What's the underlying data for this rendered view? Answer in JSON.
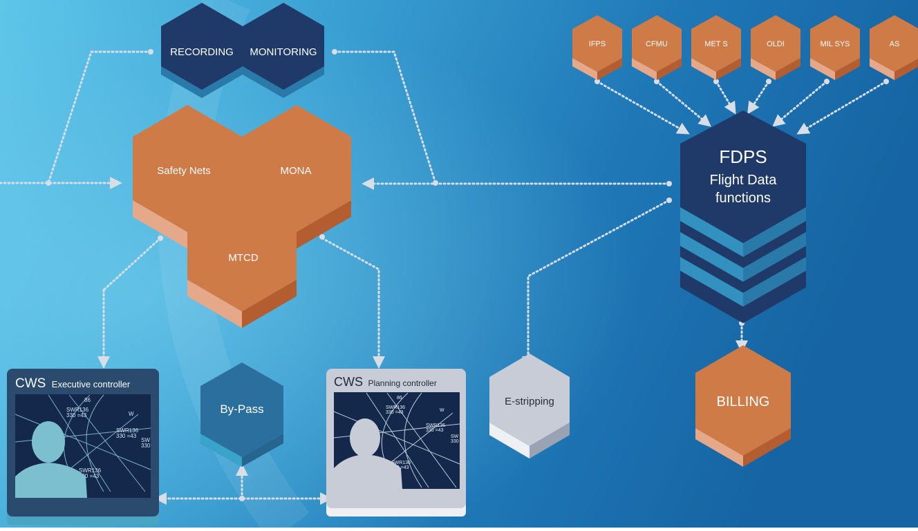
{
  "recording": {
    "label": "RECORDING"
  },
  "monitoring": {
    "label": "MONITORING"
  },
  "core": {
    "safety_nets": "Safety Nets",
    "mona": "MONA",
    "mtcd": "MTCD"
  },
  "fdps": {
    "title": "FDPS",
    "line1": "Flight Data",
    "line2": "functions"
  },
  "sources": [
    {
      "label": "IFPS"
    },
    {
      "label": "CFMU"
    },
    {
      "label": "MET S"
    },
    {
      "label": "OLDI"
    },
    {
      "label": "MIL SYS"
    },
    {
      "label": "AS"
    }
  ],
  "billing": {
    "label": "BILLING"
  },
  "estripping": {
    "label": "E-stripping"
  },
  "bypass": {
    "label": "By-Pass"
  },
  "cws_exec": {
    "prefix": "CWS",
    "role": "Executive controller",
    "radar_labels": [
      "SWR136",
      "330 =43",
      "SWR136",
      "330 =43",
      "SWR136",
      "330 =43",
      "SW",
      "330",
      "W",
      "86"
    ]
  },
  "cws_plan": {
    "prefix": "CWS",
    "role": "Planning controller",
    "radar_labels": [
      "SWR136",
      "330 =43",
      "SWR136",
      "330 =43",
      "SWR136",
      "330 =43",
      "SW",
      "330",
      "W",
      "86"
    ]
  },
  "colors": {
    "orange": "#cf7b48",
    "navy": "#1f3a68",
    "teal_stack": "#2f86b5",
    "grey_hex": "#c7ccd6",
    "bypass": "#2a6f9e",
    "connector": "#d8dde6"
  }
}
